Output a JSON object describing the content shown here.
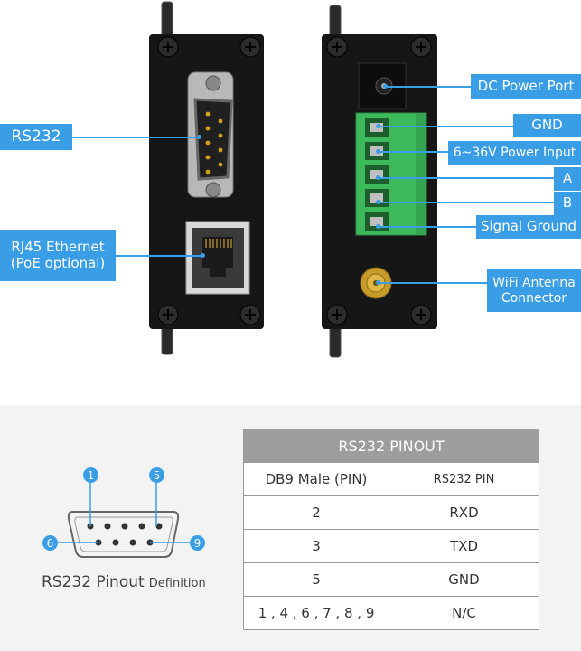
{
  "left_labels": {
    "rs232": "RS232",
    "rj45_line1": "RJ45 Ethernet",
    "rj45_line2": "(PoE optional)"
  },
  "right_labels": {
    "dc_power": "DC Power Port",
    "gnd": "GND",
    "power_input": "6~36V Power Input",
    "a": "A",
    "b": "B",
    "signal_ground": "Signal Ground",
    "wifi_line1": "WiFi Antenna",
    "wifi_line2": "Connector"
  },
  "pinout_diagram": {
    "badge_1": "1",
    "badge_5": "5",
    "badge_6": "6",
    "badge_9": "9",
    "caption_main": "RS232 Pinout",
    "caption_sub": "Definition"
  },
  "pinout_table": {
    "title": "RS232 PINOUT",
    "headers": [
      "DB9 Male (PIN)",
      "RS232 PIN"
    ],
    "rows": [
      [
        "2",
        "RXD"
      ],
      [
        "3",
        "TXD"
      ],
      [
        "5",
        "GND"
      ],
      [
        "1 , 4 , 6 , 7 , 8 , 9",
        "N/C"
      ]
    ]
  },
  "colors": {
    "accent": "#3a9ee6",
    "terminal_green": "#3cb95b",
    "device_body": "#1a1a1a",
    "table_header": "#9d9d9d"
  }
}
